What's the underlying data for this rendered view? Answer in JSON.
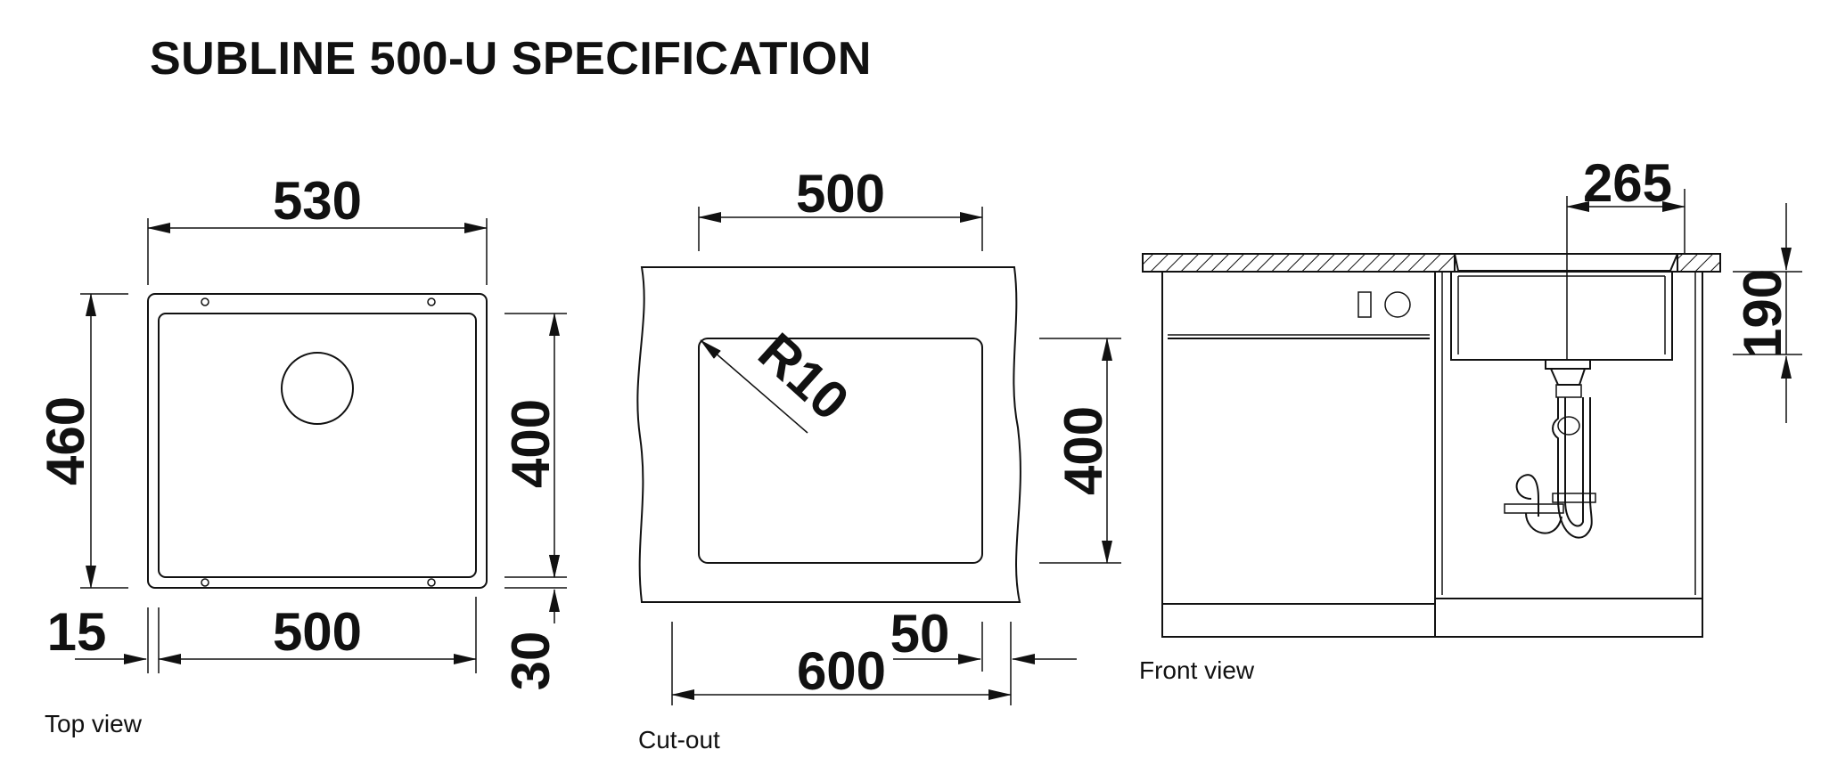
{
  "title": "SUBLINE 500-U SPECIFICATION",
  "top_view": {
    "caption": "Top view",
    "outer_width": "530",
    "outer_height": "460",
    "bowl_width": "500",
    "bowl_height": "400",
    "rim_side": "15",
    "rim_bottom": "30"
  },
  "cutout": {
    "caption": "Cut-out",
    "width": "500",
    "height": "400",
    "radius": "R10",
    "cabinet_width": "600",
    "offset": "50"
  },
  "front_view": {
    "caption": "Front view",
    "drain_offset": "265",
    "depth": "190"
  },
  "colors": {
    "line": "#111111",
    "background": "#ffffff"
  }
}
